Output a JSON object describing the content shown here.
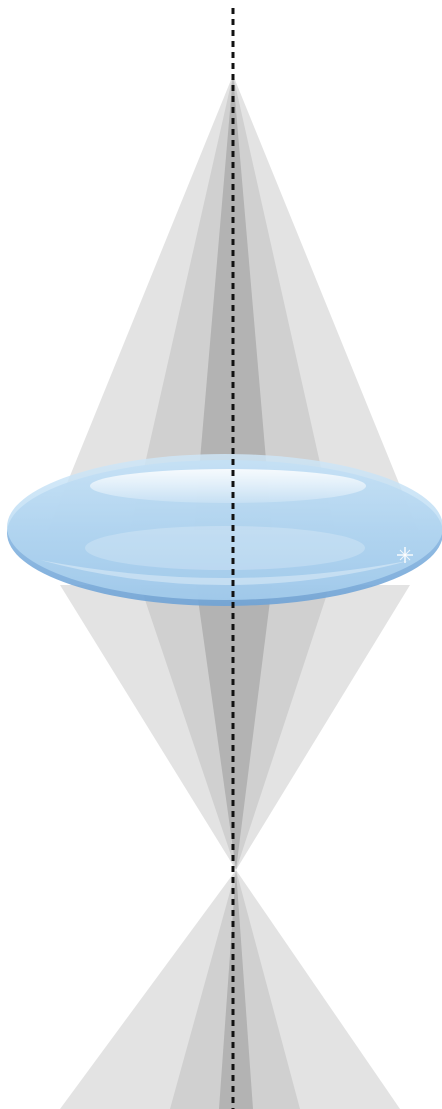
{
  "diagram": {
    "kind": "lens-focusing-light-cones",
    "colors": {
      "background": "#ffffff",
      "cone_outer": "#e3e3e3",
      "cone_middle": "#cbcbcb",
      "cone_inner": "#aeaeae",
      "lens_fill": "#b7d9f2",
      "lens_edge": "#7fb0dd",
      "lens_highlight": "#f2f8fd",
      "optical_axis": "#111111"
    },
    "elements": [
      "optical-axis",
      "incoming-light-cones",
      "converging-light-cones",
      "diverging-light-cones",
      "convex-lens",
      "lens-highlight-star"
    ]
  }
}
